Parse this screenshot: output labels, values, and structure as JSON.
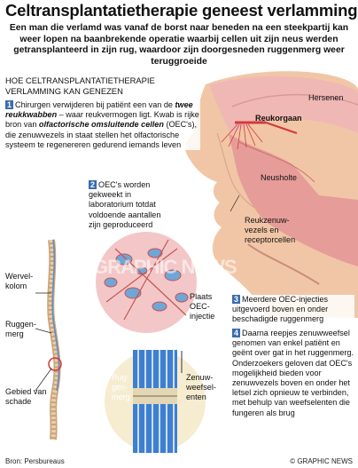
{
  "title": "Celtransplantatietherapie geneest verlamming",
  "intro": "Een man die verlamd was vanaf de borst naar beneden na een steekpartij kan weer lopen na baanbrekende operatie waarbij cellen uit zijn neus werden getransplanteerd in zijn rug, waardoor zijn doorgesneden ruggenmerg weer teruggroeide",
  "section": {
    "line1": "HOE CELTRANSPLANTATIETHERAPIE",
    "line2": "VERLAMMING KAN GENEZEN"
  },
  "steps": [
    {
      "num": "1",
      "parts": [
        {
          "text": "Chirurgen verwijderen bij patiënt een van de ",
          "em": false
        },
        {
          "text": "twee reukkwabben",
          "em": true
        },
        {
          "text": " – waar reukvermogen ligt. Kwab is rijke bron van ",
          "em": false
        },
        {
          "text": "olfactorische omsluitende cellen",
          "em": true
        },
        {
          "text": " (OEC's), die zenuwvezels in staat stellen het olfactorische systeem te regenereren gedurend iemands leven",
          "em": false
        }
      ]
    },
    {
      "num": "2",
      "text": "OEC's worden gekweekt in laboratorium totdat voldoende aantallen zijn geproduceerd"
    },
    {
      "num": "3",
      "text": "Meerdere OEC-injecties uitgevoerd boven en onder beschadigde ruggenmerg"
    },
    {
      "num": "4",
      "text": "Daarna reepjes zenuwweefsel genomen van enkel patiënt en geënt over gat in het ruggenmerg. Onderzoekers geloven dat OEC's mogelijkheid bieden voor zenuwvezels boven en onder het letsel zich opnieuw te verbinden, met behulp van weefselenten die fungeren als brug"
    }
  ],
  "labels": {
    "hersenen": "Hersenen",
    "reukorgaan": "Reukorgaan",
    "neusholte": "Neusholte",
    "reukzenuw": "Reukzenuw-\nvezels en\nreceptorcellen",
    "wervelkolom": "Wervel-\nkolom",
    "ruggenmerg": "Ruggen-\nmerg",
    "gebied": "Gebied van\nschade",
    "plaats": "Plaats\nOEC-\ninjectie",
    "ruggenmerg2": "Rug-\ngen-\nmerg",
    "zenuw": "Zenuw-\nweefsel-\nenten"
  },
  "watermark": "GRAPHIC NEWS",
  "source": "Bron: Persbureaus",
  "copyright": "© GRAPHIC NEWS",
  "colors": {
    "accent": "#3a6cae",
    "skin": "#f1c6a6",
    "tissue": "#e9a4a2",
    "nerve": "#d23a3a",
    "spine_blue": "#3d7fd0"
  }
}
